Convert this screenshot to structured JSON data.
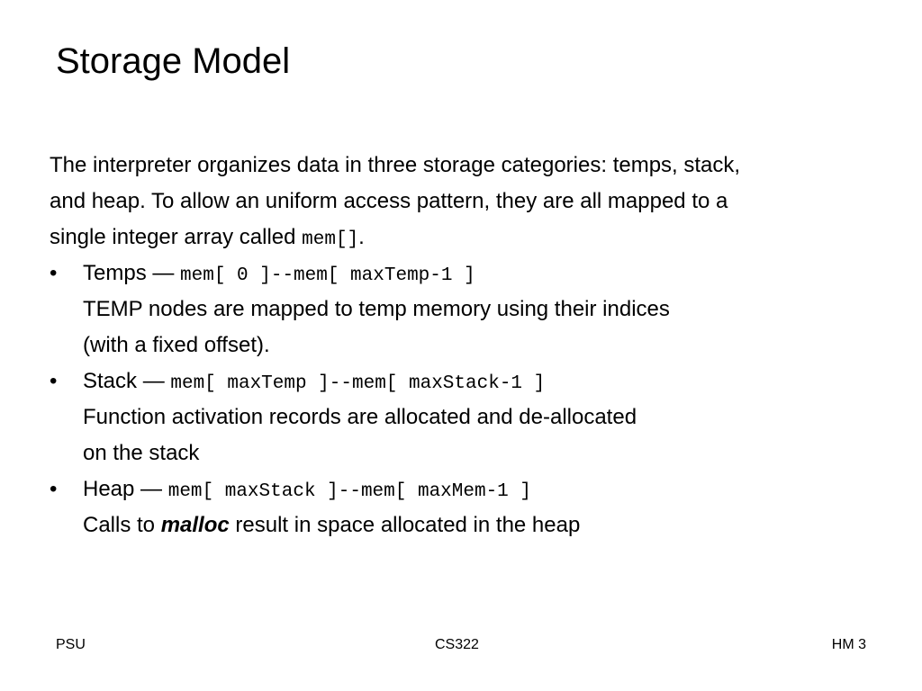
{
  "slide": {
    "title": "Storage Model",
    "intro": {
      "line1": "The interpreter organizes data in three storage categories: temps, stack,",
      "line2": "and heap. To allow an uniform access pattern, they are all mapped to a",
      "line3_text": "single integer array called ",
      "line3_code": "mem[]",
      "line3_end": "."
    },
    "bullets": [
      {
        "marker": "•",
        "label": "Temps — ",
        "code": "mem[ 0 ]--mem[ maxTemp-1 ]",
        "desc_line1": "TEMP nodes are mapped to temp memory using their indices",
        "desc_line2": "(with a fixed offset)."
      },
      {
        "marker": "•",
        "label": "Stack — ",
        "code": "mem[ maxTemp ]--mem[ maxStack-1 ]",
        "desc_line1": "Function activation records are allocated and de-allocated",
        "desc_line2": "on the stack"
      },
      {
        "marker": "•",
        "label": "Heap — ",
        "code": "mem[ maxStack ]--mem[ maxMem-1 ]",
        "desc_prefix": "Calls to ",
        "desc_emph": "malloc",
        "desc_suffix": " result in space allocated in the heap"
      }
    ]
  },
  "footer": {
    "left": "PSU",
    "center": "CS322",
    "right": "HM 3"
  }
}
